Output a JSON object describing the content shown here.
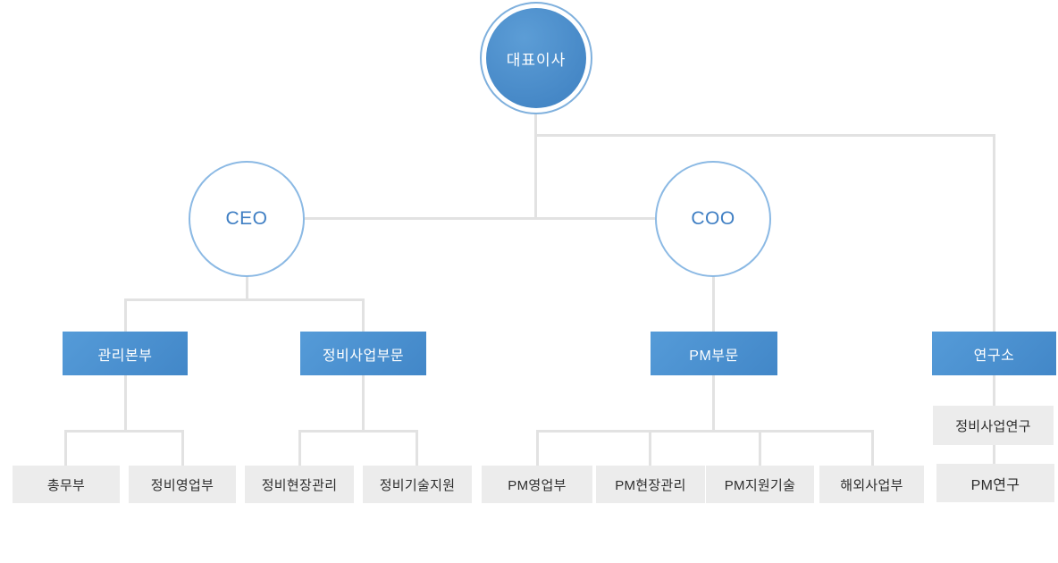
{
  "org": {
    "root": {
      "label": "대표이사"
    },
    "executives": [
      {
        "id": "ceo",
        "label": "CEO"
      },
      {
        "id": "coo",
        "label": "COO"
      }
    ],
    "divisions": [
      {
        "id": "management-hq",
        "label": "관리본부"
      },
      {
        "id": "maintenance-business-division",
        "label": "정비사업부문"
      },
      {
        "id": "pm-division",
        "label": "PM부문"
      },
      {
        "id": "research-institute",
        "label": "연구소"
      }
    ],
    "departments": [
      {
        "id": "general-affairs",
        "label": "총무부"
      },
      {
        "id": "maintenance-sales",
        "label": "정비영업부"
      },
      {
        "id": "maintenance-site-management",
        "label": "정비현장관리"
      },
      {
        "id": "maintenance-tech-support",
        "label": "정비기술지원"
      },
      {
        "id": "pm-sales",
        "label": "PM영업부"
      },
      {
        "id": "pm-site-management",
        "label": "PM현장관리"
      },
      {
        "id": "pm-support-tech",
        "label": "PM지원기술"
      },
      {
        "id": "overseas-business",
        "label": "해외사업부"
      },
      {
        "id": "maintenance-business-research",
        "label": "정비사업연구"
      },
      {
        "id": "pm-research",
        "label": "PM연구"
      }
    ]
  },
  "colors": {
    "node_blue": "#4b93d1",
    "circle_blue_fill": "#4589c8",
    "circle_ring_border": "#7fb0dd",
    "exec_circle_border": "#8bb9e4",
    "exec_text": "#3e7ec3",
    "gray_box_bg": "#ececec",
    "gray_box_text": "#2d2d2d",
    "connector_line": "#e2e2e2"
  }
}
